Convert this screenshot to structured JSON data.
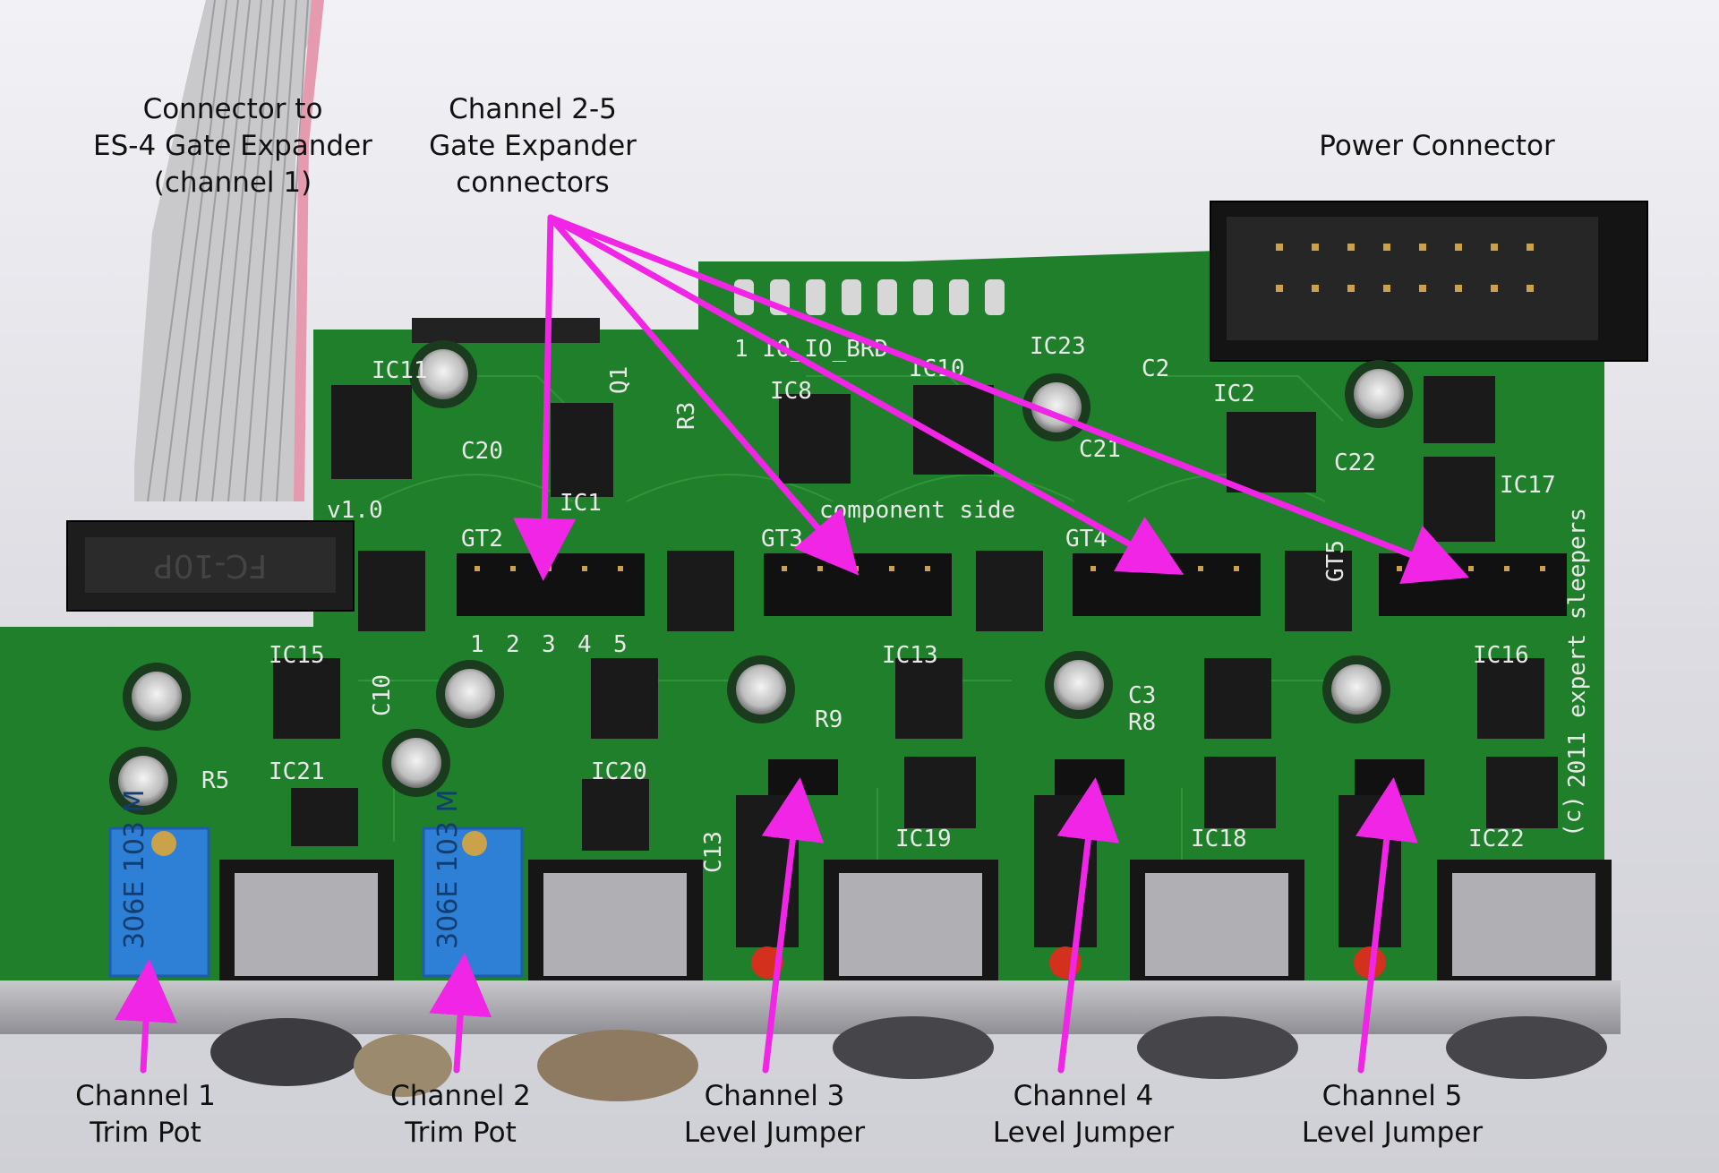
{
  "callouts": {
    "connector_es4": "Connector to\nES-4 Gate Expander\n(channel 1)",
    "gate_expander": "Channel 2-5\nGate Expander\nconnectors",
    "power_connector": "Power Connector",
    "ch1_trim": "Channel 1\nTrim Pot",
    "ch2_trim": "Channel 2\nTrim Pot",
    "ch3_jumper": "Channel 3\nLevel Jumper",
    "ch4_jumper": "Channel 4\nLevel Jumper",
    "ch5_jumper": "Channel 5\nLevel Jumper"
  },
  "silkscreen": {
    "gt2": "GT2",
    "gt3": "GT3",
    "gt4": "GT4",
    "gt5": "GT5",
    "ic1": "IC1",
    "ic2": "IC2",
    "ic8": "IC8",
    "ic10": "IC10",
    "ic11": "IC11",
    "ic13": "IC13",
    "ic15": "IC15",
    "ic16": "IC16",
    "ic17": "IC17",
    "ic18": "IC18",
    "ic19": "IC19",
    "ic20": "IC20",
    "ic21": "IC21",
    "ic22": "IC22",
    "ic23": "IC23",
    "c20": "C20",
    "c21": "C21",
    "c22": "C22",
    "c2": "C2",
    "c3": "C3",
    "c10": "C10",
    "c13": "C13",
    "component_side": "component side",
    "version": "v1.0",
    "io_brd": "1 IO_IO_BRD",
    "r3": "R3",
    "r5": "R5",
    "r8": "R8",
    "r9": "R9",
    "q1": "Q1",
    "copyright": "2011 expert sleepers",
    "jack_marker": "(c)",
    "ribbon_part": "FC-10P",
    "pot1": "306E\n103 M",
    "pot2": "306E\n103 M",
    "pin1": "1",
    "pin2": "2",
    "pin3": "3",
    "pin4": "4",
    "pin5": "5"
  },
  "colors": {
    "pcb": "#1f7f2a",
    "arrow": "#f025e6",
    "pot": "#2e7fd6"
  }
}
